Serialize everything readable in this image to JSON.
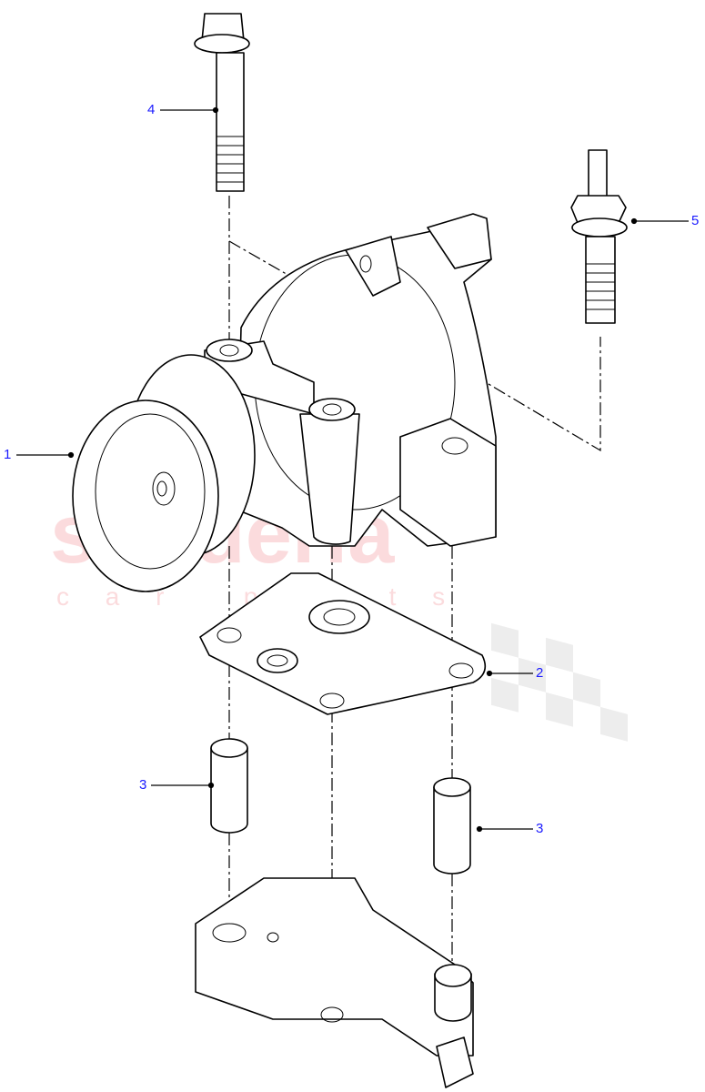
{
  "watermark": {
    "line1": "scuderia",
    "line2": "c a r   p a r t s"
  },
  "callouts": [
    {
      "id": "callout-1",
      "label": "1"
    },
    {
      "id": "callout-2",
      "label": "2"
    },
    {
      "id": "callout-3a",
      "label": "3"
    },
    {
      "id": "callout-3b",
      "label": "3"
    },
    {
      "id": "callout-4",
      "label": "4"
    },
    {
      "id": "callout-5",
      "label": "5"
    }
  ],
  "colors": {
    "callout": "#1a1aff",
    "line": "#000000",
    "watermark": "#eb5a64"
  }
}
